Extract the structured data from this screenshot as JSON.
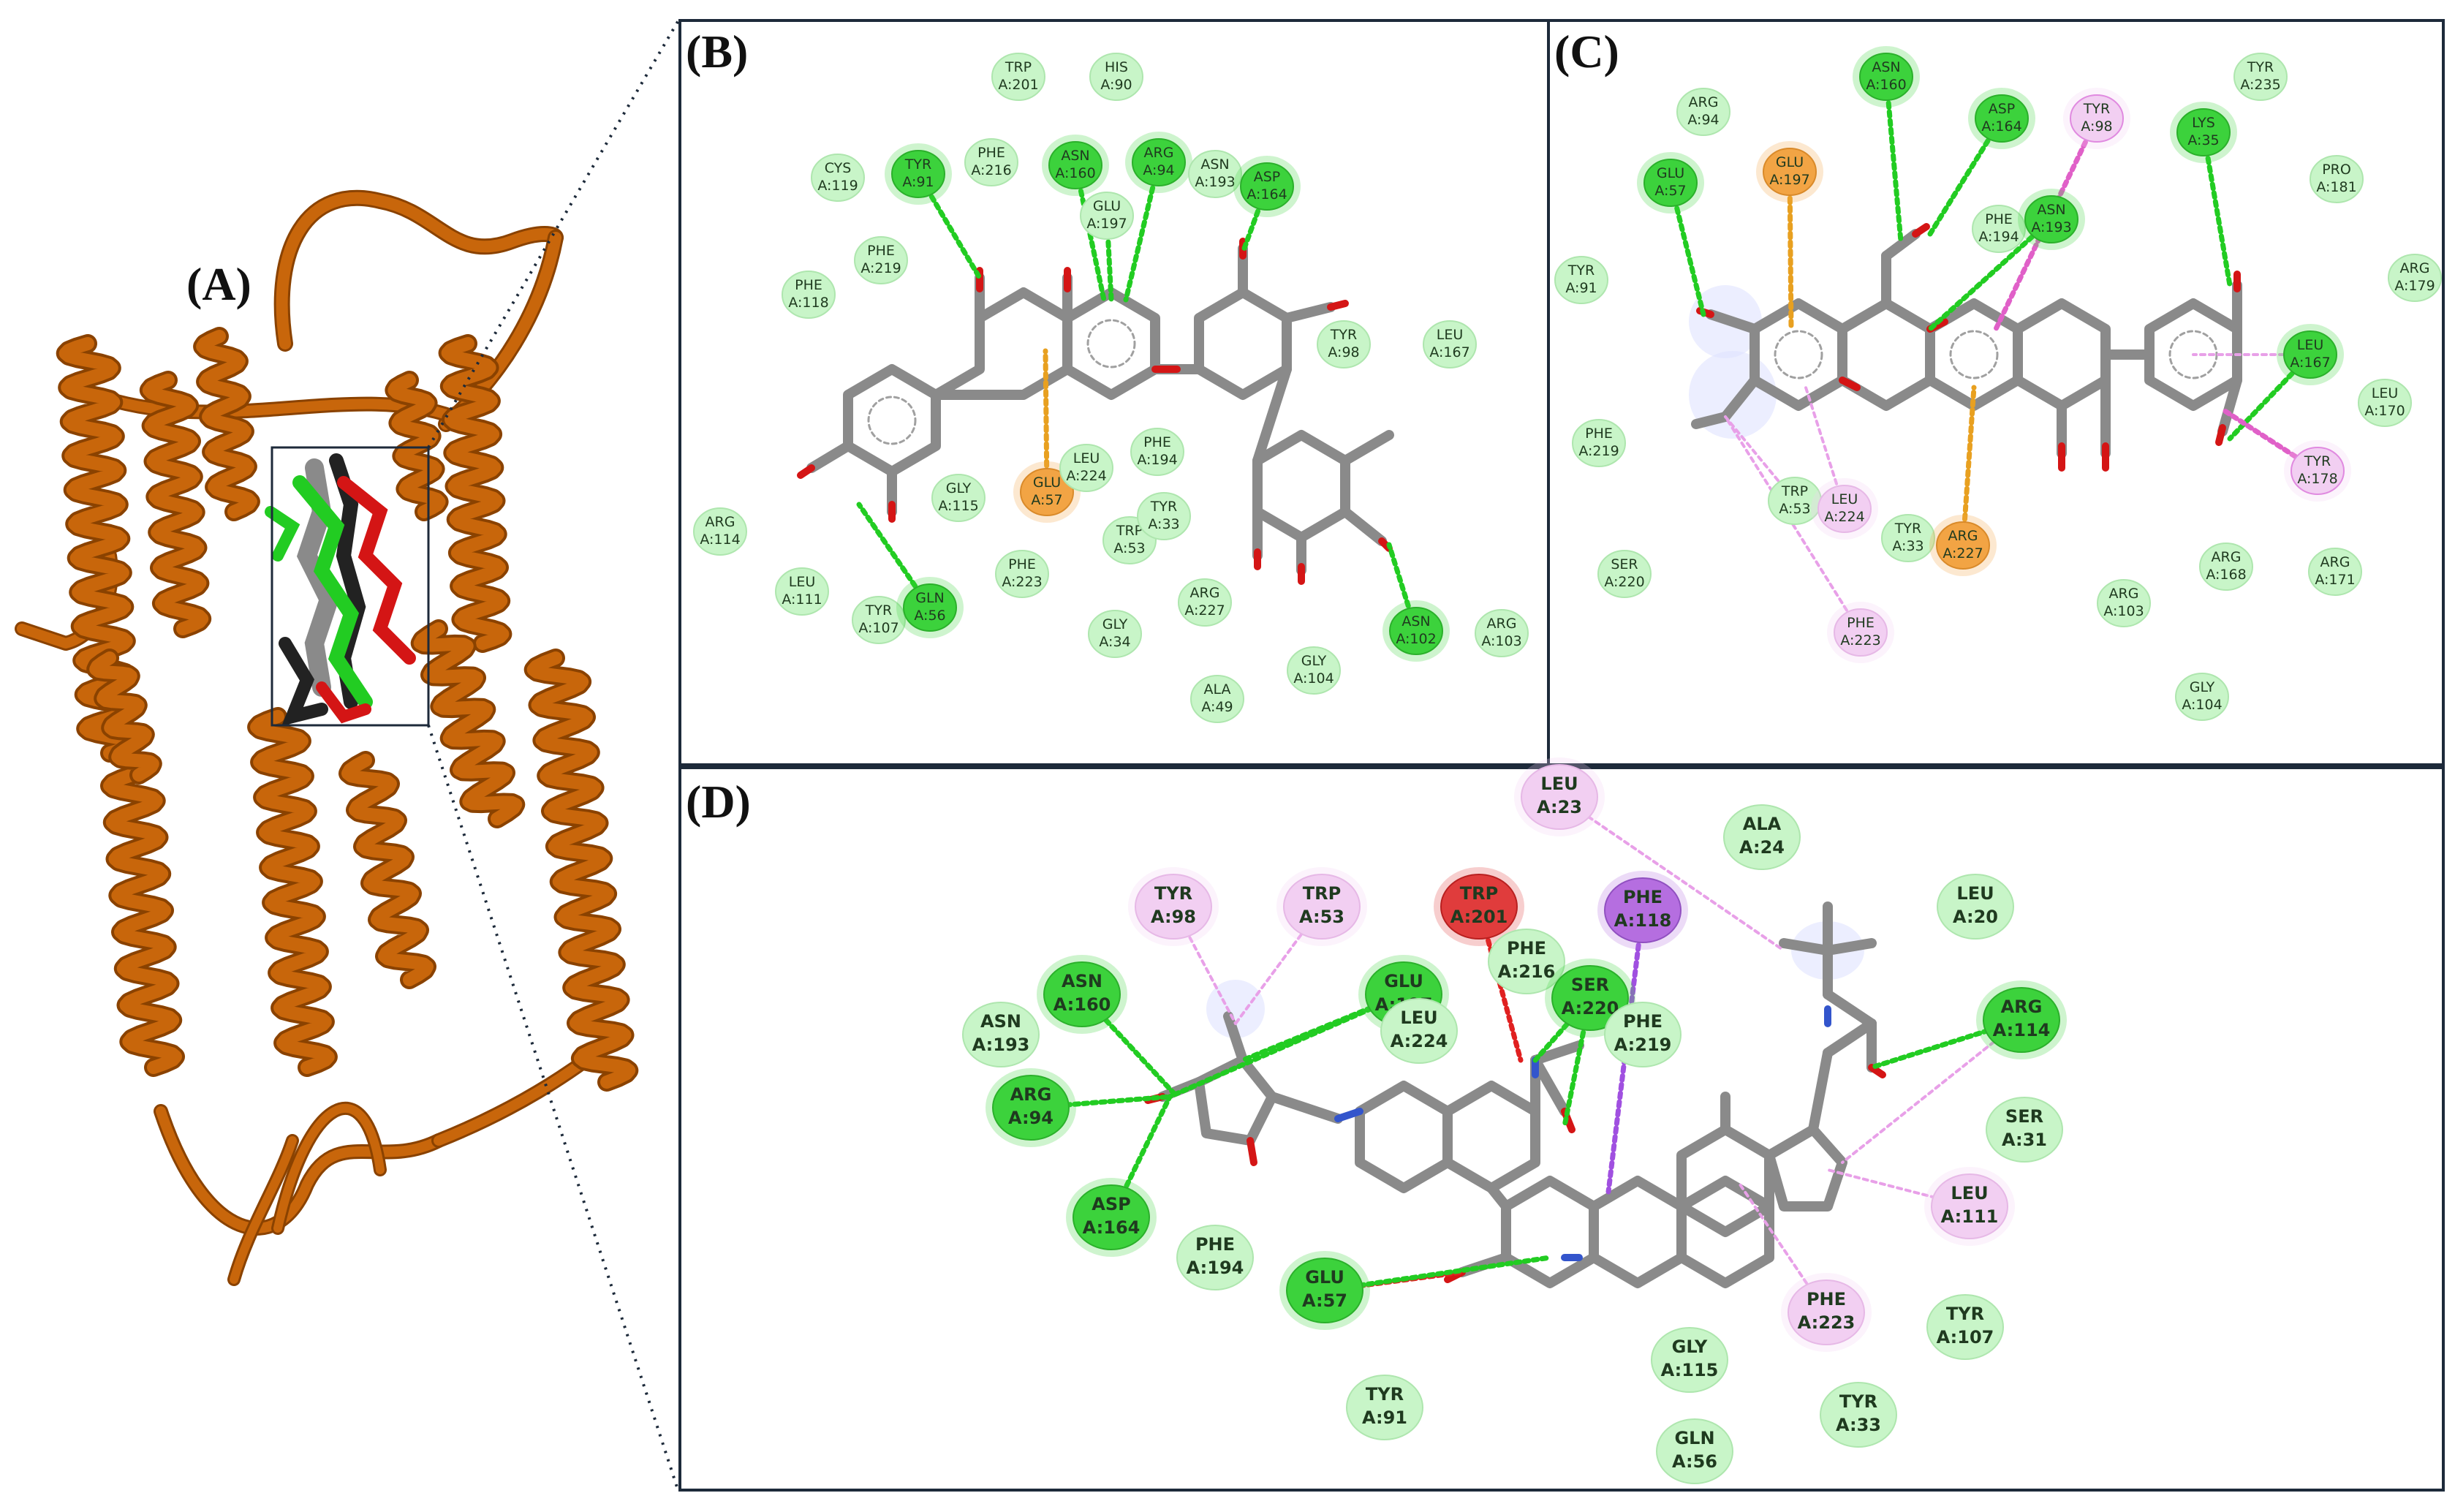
{
  "panels": {
    "A": "(A)",
    "B": "(B)",
    "C": "(C)",
    "D": "(D)"
  },
  "colors": {
    "protein": "#c8660b",
    "protein_dark": "#8a4200",
    "ligand_green": "#22cc22",
    "ligand_red": "#d41515",
    "ligand_black": "#222222",
    "ligand_stick": "#8c8c8c",
    "res_vdw": "#c8f5c8",
    "res_hbond": "#3cd23c",
    "res_pi_anion": "#f2a444",
    "res_pi_alkyl": "#f2cff2",
    "res_pi_sigma": "#b56ee0",
    "res_unfavorable": "#e03c3c",
    "bond_hbond": "#22cc22",
    "bond_pi_anion": "#e8a020",
    "bond_pi_alkyl": "#e8a0e8",
    "bond_pi_pi": "#e060c8",
    "bond_pi_sigma": "#a050e0",
    "bond_unfavorable": "#e02020"
  },
  "residues": {
    "B": [
      {
        "n": "TRP",
        "i": "A:201",
        "t": "vdw"
      },
      {
        "n": "HIS",
        "i": "A:90",
        "t": "vdw"
      },
      {
        "n": "CYS",
        "i": "A:119",
        "t": "vdw"
      },
      {
        "n": "TYR",
        "i": "A:91",
        "t": "hb"
      },
      {
        "n": "PHE",
        "i": "A:216",
        "t": "vdw"
      },
      {
        "n": "ASN",
        "i": "A:160",
        "t": "hb"
      },
      {
        "n": "ARG",
        "i": "A:94",
        "t": "hb"
      },
      {
        "n": "ASN",
        "i": "A:193",
        "t": "vdw"
      },
      {
        "n": "ASP",
        "i": "A:164",
        "t": "hb"
      },
      {
        "n": "GLU",
        "i": "A:197",
        "t": "vdw"
      },
      {
        "n": "PHE",
        "i": "A:219",
        "t": "vdw"
      },
      {
        "n": "PHE",
        "i": "A:118",
        "t": "vdw"
      },
      {
        "n": "TYR",
        "i": "A:98",
        "t": "vdw"
      },
      {
        "n": "LEU",
        "i": "A:167",
        "t": "vdw"
      },
      {
        "n": "GLY",
        "i": "A:115",
        "t": "vdw"
      },
      {
        "n": "GLU",
        "i": "A:57",
        "t": "pa"
      },
      {
        "n": "LEU",
        "i": "A:224",
        "t": "vdw"
      },
      {
        "n": "PHE",
        "i": "A:194",
        "t": "vdw"
      },
      {
        "n": "TRP",
        "i": "A:53",
        "t": "vdw"
      },
      {
        "n": "TYR",
        "i": "A:33",
        "t": "vdw"
      },
      {
        "n": "ARG",
        "i": "A:114",
        "t": "vdw"
      },
      {
        "n": "LEU",
        "i": "A:111",
        "t": "vdw"
      },
      {
        "n": "TYR",
        "i": "A:107",
        "t": "vdw"
      },
      {
        "n": "GLN",
        "i": "A:56",
        "t": "hb"
      },
      {
        "n": "PHE",
        "i": "A:223",
        "t": "vdw"
      },
      {
        "n": "GLY",
        "i": "A:34",
        "t": "vdw"
      },
      {
        "n": "ARG",
        "i": "A:227",
        "t": "vdw"
      },
      {
        "n": "ALA",
        "i": "A:49",
        "t": "vdw"
      },
      {
        "n": "GLY",
        "i": "A:104",
        "t": "vdw"
      },
      {
        "n": "ASN",
        "i": "A:102",
        "t": "hb"
      },
      {
        "n": "ARG",
        "i": "A:103",
        "t": "vdw"
      }
    ],
    "C": [
      {
        "n": "ARG",
        "i": "A:94",
        "t": "vdw"
      },
      {
        "n": "ASN",
        "i": "A:160",
        "t": "hb"
      },
      {
        "n": "ASP",
        "i": "A:164",
        "t": "hb"
      },
      {
        "n": "TYR",
        "i": "A:98",
        "t": "pp"
      },
      {
        "n": "TYR",
        "i": "A:235",
        "t": "vdw"
      },
      {
        "n": "GLU",
        "i": "A:57",
        "t": "hb"
      },
      {
        "n": "GLU",
        "i": "A:197",
        "t": "pa"
      },
      {
        "n": "LYS",
        "i": "A:35",
        "t": "hb"
      },
      {
        "n": "PRO",
        "i": "A:181",
        "t": "vdw"
      },
      {
        "n": "PHE",
        "i": "A:194",
        "t": "vdw"
      },
      {
        "n": "ASN",
        "i": "A:193",
        "t": "hb"
      },
      {
        "n": "ARG",
        "i": "A:179",
        "t": "vdw"
      },
      {
        "n": "TYR",
        "i": "A:91",
        "t": "vdw"
      },
      {
        "n": "LEU",
        "i": "A:167",
        "t": "hb"
      },
      {
        "n": "LEU",
        "i": "A:170",
        "t": "vdw"
      },
      {
        "n": "PHE",
        "i": "A:219",
        "t": "vdw"
      },
      {
        "n": "TYR",
        "i": "A:178",
        "t": "pp"
      },
      {
        "n": "TRP",
        "i": "A:53",
        "t": "vdw"
      },
      {
        "n": "LEU",
        "i": "A:224",
        "t": "pk"
      },
      {
        "n": "TYR",
        "i": "A:33",
        "t": "vdw"
      },
      {
        "n": "ARG",
        "i": "A:227",
        "t": "pa"
      },
      {
        "n": "SER",
        "i": "A:220",
        "t": "vdw"
      },
      {
        "n": "ARG",
        "i": "A:103",
        "t": "vdw"
      },
      {
        "n": "ARG",
        "i": "A:168",
        "t": "vdw"
      },
      {
        "n": "ARG",
        "i": "A:171",
        "t": "vdw"
      },
      {
        "n": "PHE",
        "i": "A:223",
        "t": "pk"
      },
      {
        "n": "GLY",
        "i": "A:104",
        "t": "vdw"
      }
    ],
    "D": [
      {
        "n": "LEU",
        "i": "A:23",
        "t": "pk"
      },
      {
        "n": "ALA",
        "i": "A:24",
        "t": "vdw"
      },
      {
        "n": "LEU",
        "i": "A:20",
        "t": "vdw"
      },
      {
        "n": "TYR",
        "i": "A:98",
        "t": "pk"
      },
      {
        "n": "TRP",
        "i": "A:53",
        "t": "pk"
      },
      {
        "n": "TRP",
        "i": "A:201",
        "t": "un"
      },
      {
        "n": "PHE",
        "i": "A:118",
        "t": "ps"
      },
      {
        "n": "PHE",
        "i": "A:216",
        "t": "vdw"
      },
      {
        "n": "ASN",
        "i": "A:160",
        "t": "hb"
      },
      {
        "n": "GLU",
        "i": "A:197",
        "t": "hb"
      },
      {
        "n": "SER",
        "i": "A:220",
        "t": "hb"
      },
      {
        "n": "LEU",
        "i": "A:224",
        "t": "vdw"
      },
      {
        "n": "PHE",
        "i": "A:219",
        "t": "vdw"
      },
      {
        "n": "ASN",
        "i": "A:193",
        "t": "vdw"
      },
      {
        "n": "ARG",
        "i": "A:114",
        "t": "hb"
      },
      {
        "n": "ARG",
        "i": "A:94",
        "t": "hb"
      },
      {
        "n": "SER",
        "i": "A:31",
        "t": "vdw"
      },
      {
        "n": "ASP",
        "i": "A:164",
        "t": "hb"
      },
      {
        "n": "LEU",
        "i": "A:111",
        "t": "pk"
      },
      {
        "n": "PHE",
        "i": "A:194",
        "t": "vdw"
      },
      {
        "n": "GLU",
        "i": "A:57",
        "t": "hb"
      },
      {
        "n": "PHE",
        "i": "A:223",
        "t": "pk"
      },
      {
        "n": "TYR",
        "i": "A:107",
        "t": "vdw"
      },
      {
        "n": "GLY",
        "i": "A:115",
        "t": "vdw"
      },
      {
        "n": "TYR",
        "i": "A:91",
        "t": "vdw"
      },
      {
        "n": "TYR",
        "i": "A:33",
        "t": "vdw"
      },
      {
        "n": "GLN",
        "i": "A:56",
        "t": "vdw"
      }
    ]
  }
}
